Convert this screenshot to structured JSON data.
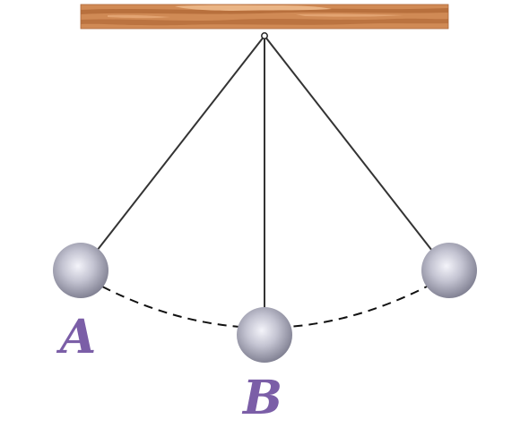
{
  "diagram": {
    "labels": {
      "a": "A",
      "b": "B"
    },
    "colors": {
      "label": "#7b5ea7",
      "string": "#333333",
      "arc": "#111111",
      "beam_base": "#d08a55",
      "beam_dark": "#b46b3a",
      "beam_light": "#e9b07f",
      "bob_light": "#f2f2f8",
      "bob_mid": "#bcbcca",
      "bob_dark": "#7d7d8f"
    },
    "elements": {
      "support": "wooden-beam",
      "pivot": "pivot-ring",
      "bobs": [
        "left-extreme",
        "lowest-point",
        "right-extreme"
      ],
      "path": "dashed-arc"
    }
  }
}
